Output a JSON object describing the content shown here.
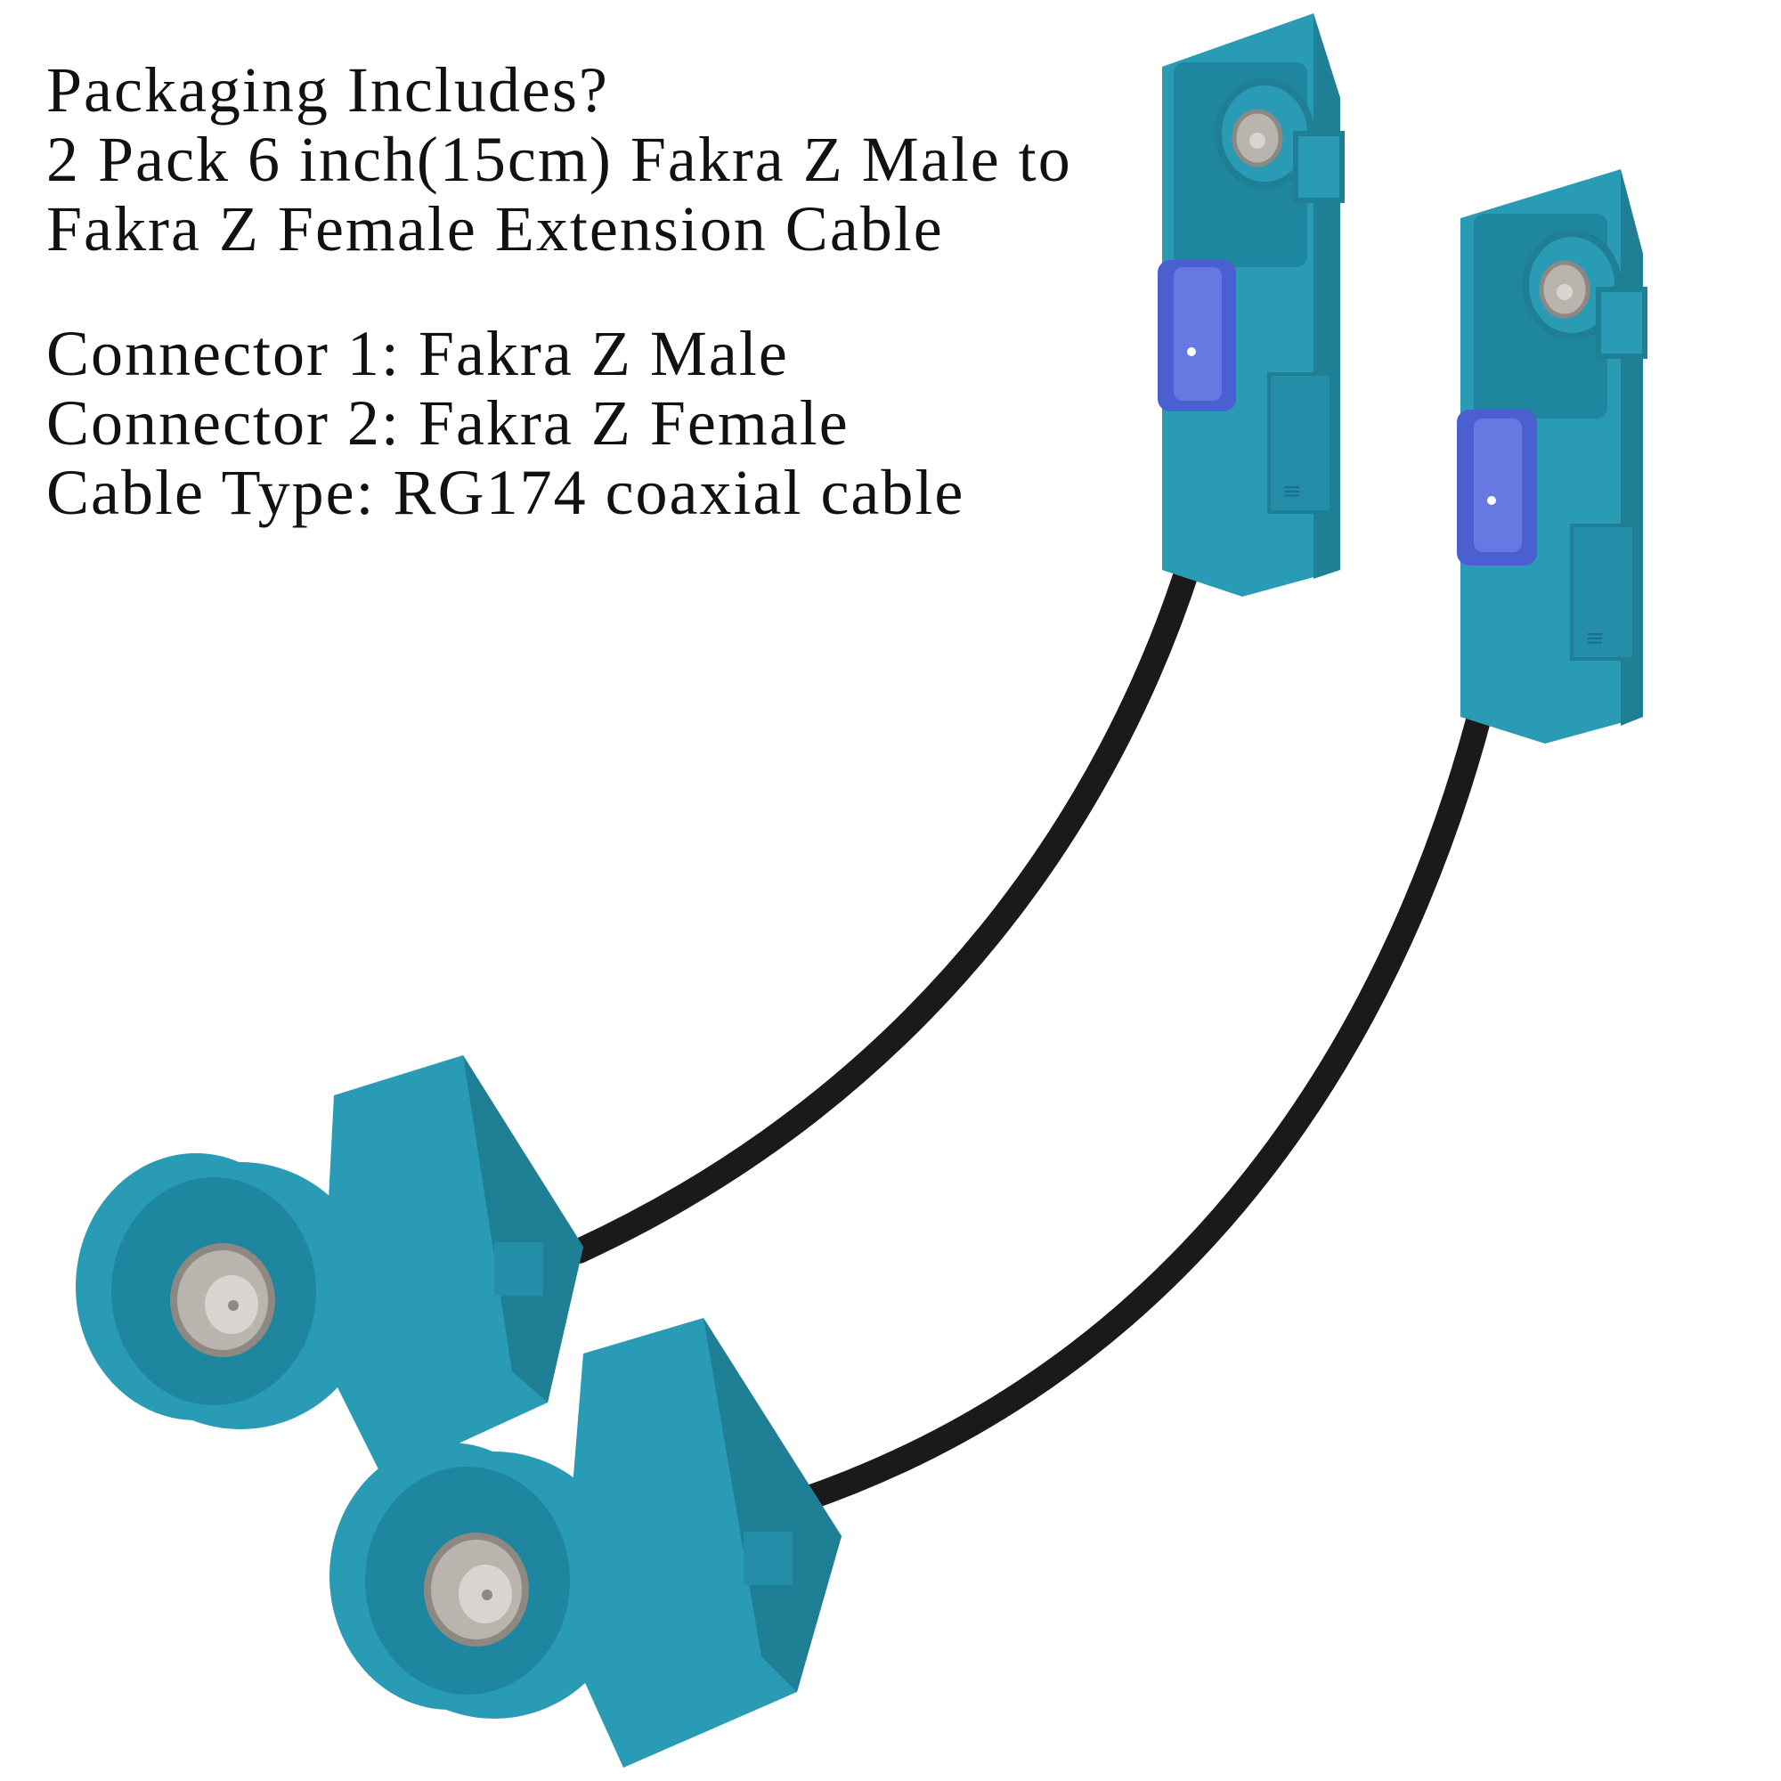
{
  "description_text": {
    "heading": "Packaging Includes?",
    "pack_line_1": "2 Pack 6 inch(15cm) Fakra Z Male to",
    "pack_line_2": "Fakra Z Female Extension Cable",
    "connector_1": "Connector 1: Fakra Z Male",
    "connector_2": "Connector 2: Fakra Z Female",
    "cable_type": "Cable Type: RG174 coaxial cable"
  },
  "colors": {
    "connector_body": "#2a9bb5",
    "connector_dark": "#1f7f95",
    "connector_light": "#3cb3cc",
    "latch_blue": "#4a5fd0",
    "cable": "#1a1a1a",
    "pin_metal": "#b9b4ae"
  },
  "icons": [
    "fakra-female-connector",
    "fakra-male-connector",
    "coaxial-cable"
  ]
}
